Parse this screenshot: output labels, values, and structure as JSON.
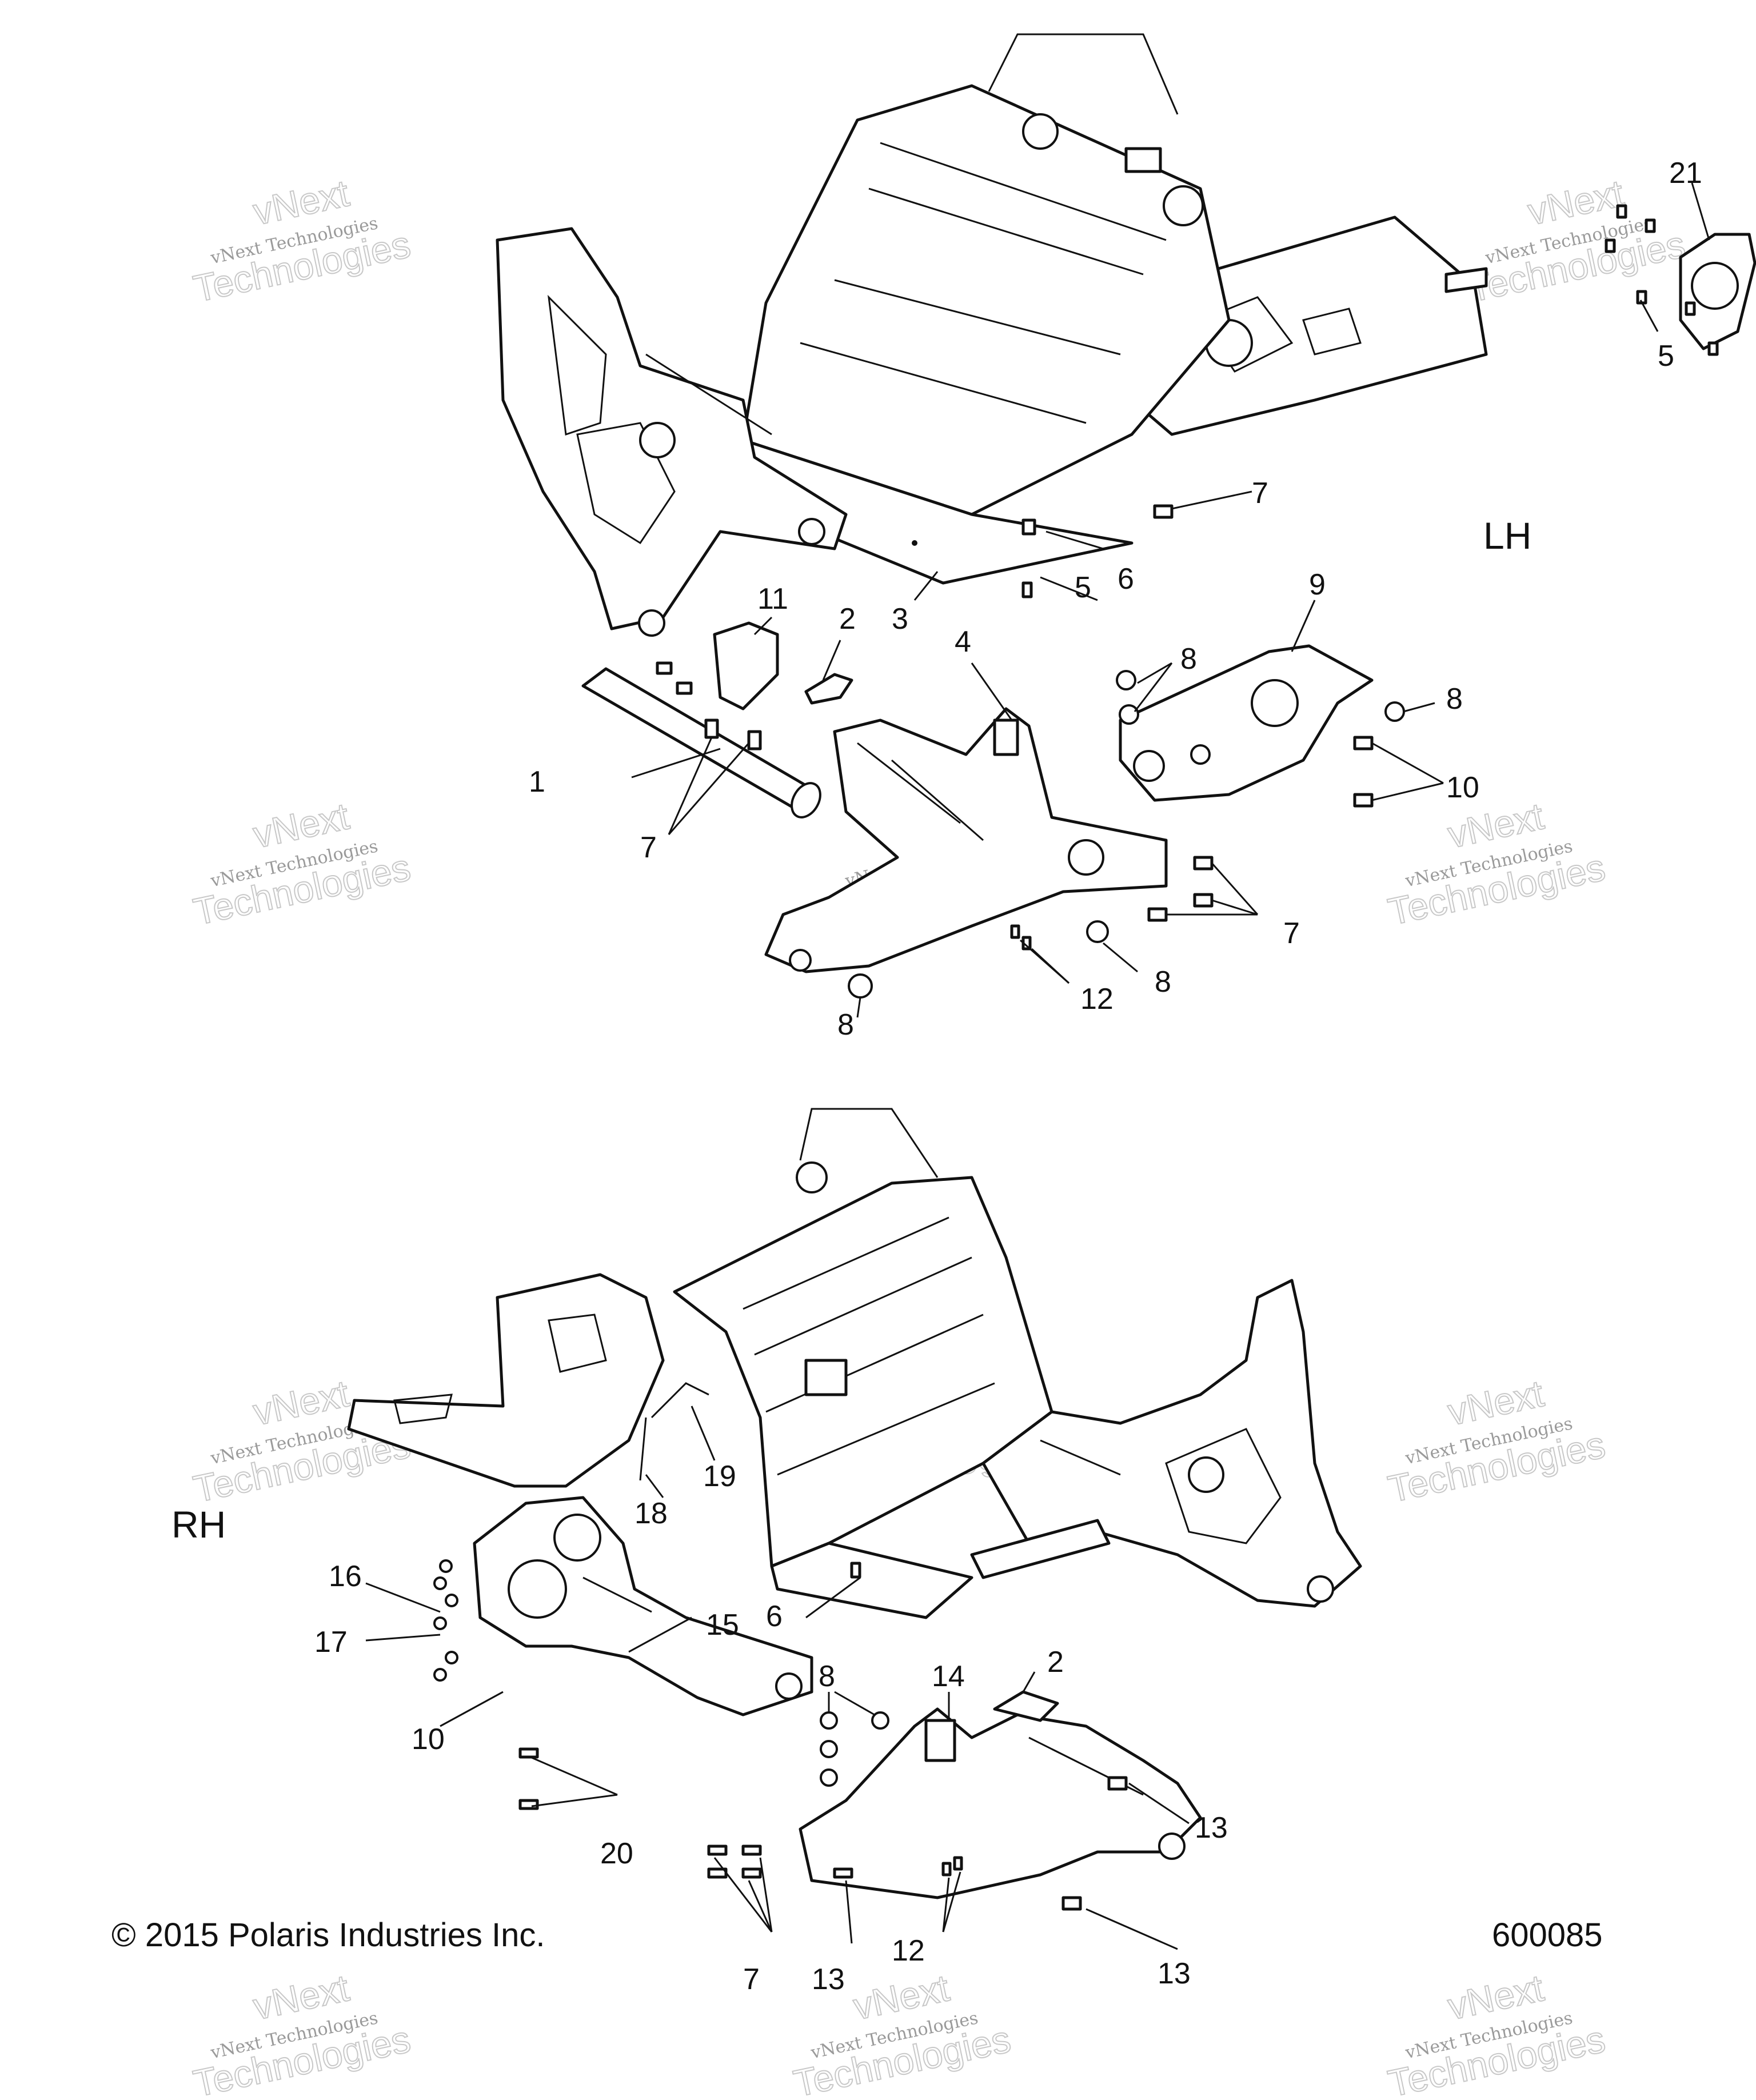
{
  "copyright": "© 2015 Polaris Industries Inc.",
  "drawing_number": "600085",
  "views": {
    "lh": "LH",
    "rh": "RH"
  },
  "watermark": {
    "line1": "vNext Technologies",
    "line2": "vNext",
    "line3": "Technologies"
  },
  "callouts_lh": {
    "c1": "1",
    "c2": "2",
    "c3": "3",
    "c4": "4",
    "c5a": "5",
    "c5b": "5",
    "c6": "6",
    "c7a": "7",
    "c7b": "7",
    "c7c": "7",
    "c8a": "8",
    "c8b": "8",
    "c8c": "8",
    "c8d": "8",
    "c9": "9",
    "c10": "10",
    "c11": "11",
    "c12": "12",
    "c21": "21"
  },
  "callouts_rh": {
    "c2": "2",
    "c6": "6",
    "c7": "7",
    "c8": "8",
    "c10": "10",
    "c12": "12",
    "c13a": "13",
    "c13b": "13",
    "c13c": "13",
    "c14": "14",
    "c15": "15",
    "c16": "16",
    "c17": "17",
    "c18": "18",
    "c19": "19",
    "c20": "20"
  }
}
